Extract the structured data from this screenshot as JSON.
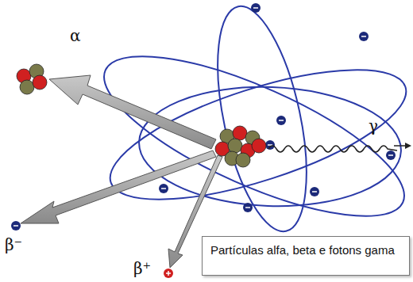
{
  "diagram": {
    "nodes": [
      {
        "text": [
          "Partículas alfa, beta e fotons gama"
        ]
      }
    ],
    "labels": [
      "α",
      "β⁻",
      "β⁺",
      "γ"
    ]
  }
}
